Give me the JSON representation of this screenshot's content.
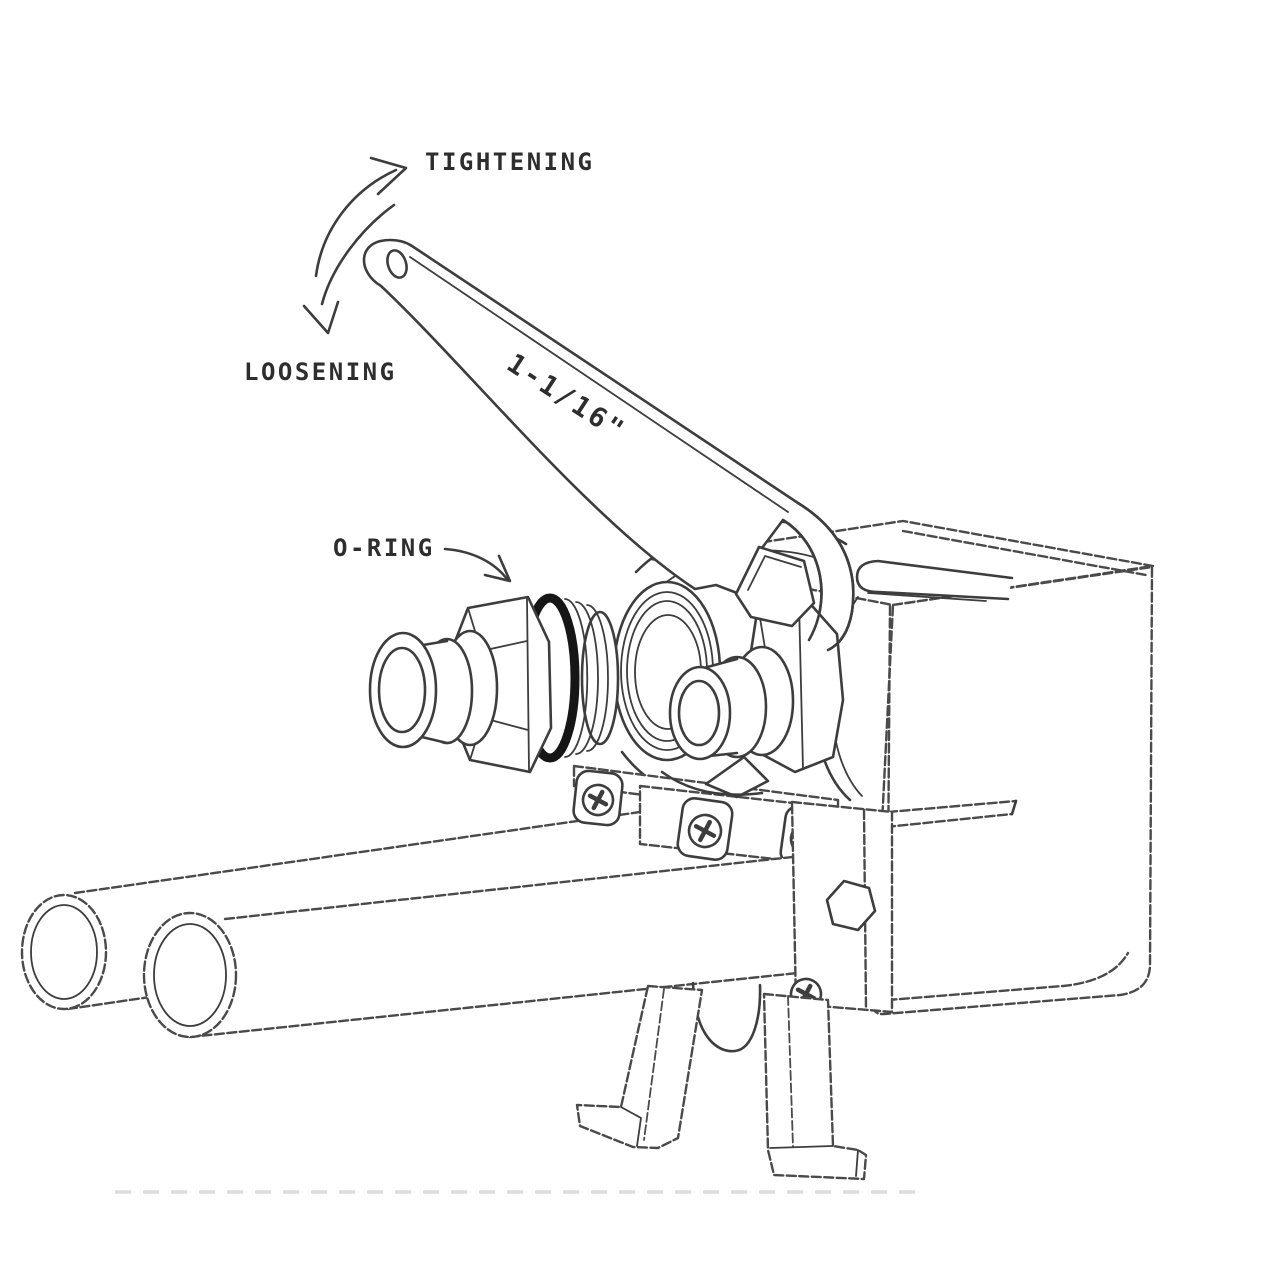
{
  "diagram": {
    "type": "technical-line-illustration",
    "subject": "wrench tightening a hose-barb fitting with O-ring onto appliance body",
    "labels": {
      "tightening": "TIGHTENING",
      "loosening": "LOOSENING",
      "o_ring": "O-RING",
      "wrench_size": "1-1/16\""
    },
    "colors": {
      "line": "#3d3d3d",
      "o_ring": "#161616",
      "background": "#ffffff"
    }
  }
}
